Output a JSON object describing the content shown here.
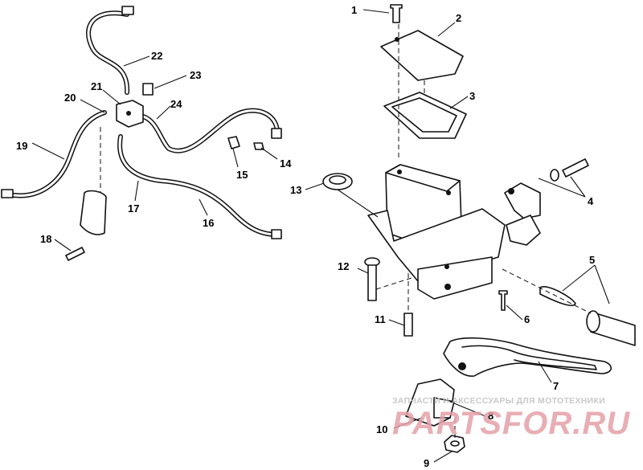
{
  "callouts": {
    "c1": "1",
    "c2": "2",
    "c3": "3",
    "c4": "4",
    "c5": "5",
    "c6": "6",
    "c7": "7",
    "c8": "8",
    "c9": "9",
    "c10": "10",
    "c11": "11",
    "c12": "12",
    "c13": "13",
    "c14": "14",
    "c15": "15",
    "c16": "16",
    "c17": "17",
    "c18": "18",
    "c19": "19",
    "c20": "20",
    "c21": "21",
    "c22": "22",
    "c23": "23",
    "c24": "24"
  },
  "watermark": {
    "tagline": "ЗАПЧАСТИ И АКСЕССУАРЫ ДЛЯ МОТОТЕХНИКИ",
    "brand": "PARTSFOR.RU"
  },
  "colors": {
    "line": "#111111",
    "watermark_tagline": "#c9c9c9",
    "watermark_brand": "#e4a0a8"
  }
}
